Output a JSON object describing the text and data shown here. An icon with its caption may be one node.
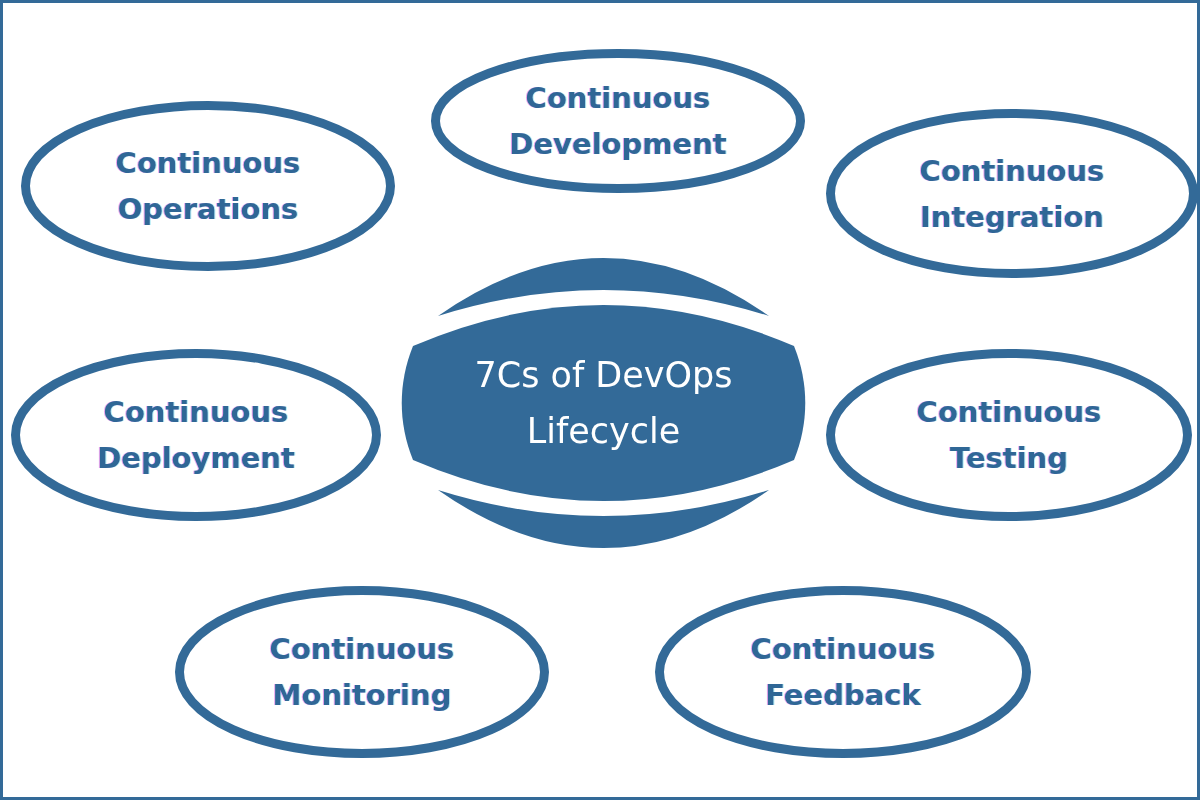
{
  "diagram": {
    "nodes": [
      {
        "text": [
          "Continuous Development"
        ]
      },
      {
        "text": [
          "Continuous Operations"
        ]
      },
      {
        "text": [
          "Continuous Integration"
        ]
      },
      {
        "text": [
          "Continuous Deployment"
        ]
      },
      {
        "text": [
          "7Cs of DevOps Lifecycle"
        ]
      },
      {
        "text": [
          "Continuous Testing"
        ]
      },
      {
        "text": [
          "Continuous Monitoring"
        ]
      },
      {
        "text": [
          "Continuous Feedback"
        ]
      }
    ]
  }
}
